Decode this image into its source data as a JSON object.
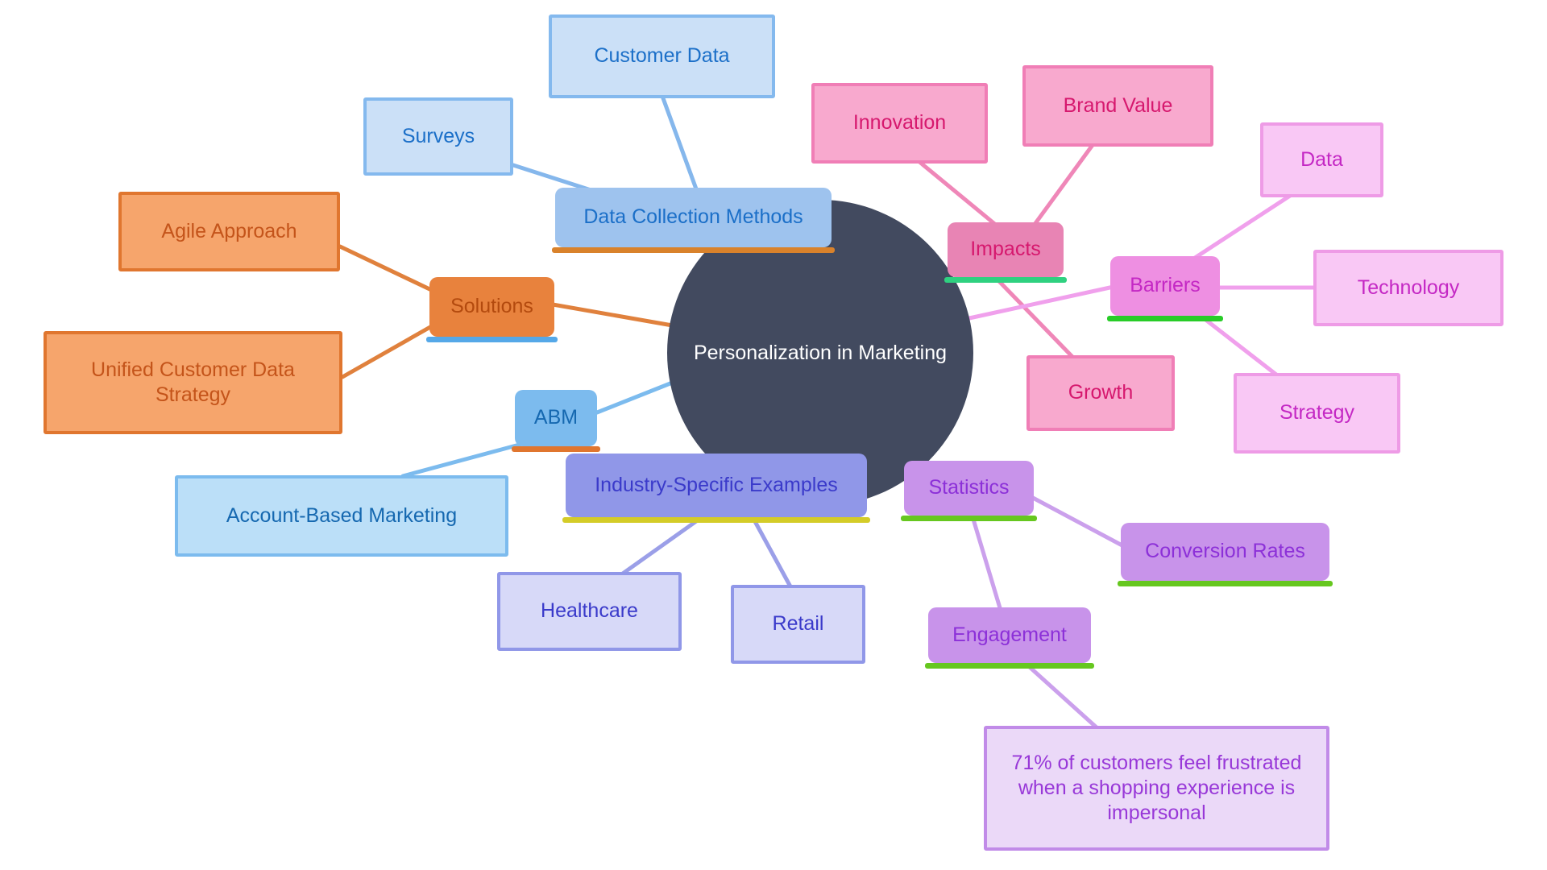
{
  "diagram": {
    "type": "mind-map",
    "center": {
      "label": "Personalization in Marketing",
      "fill": "#424A5F",
      "text_color": "#FFFFFF"
    },
    "branches": [
      {
        "name": "data-collection",
        "line_color": "#85B7EC",
        "node": {
          "label": "Data Collection Methods",
          "fill": "#9EC3EE",
          "text_color": "#1B6FC8",
          "underline_color": "#D9822B"
        },
        "leaf_style": {
          "fill": "#CBE0F7",
          "border": "#84B9EE",
          "text_color": "#1B6FC8"
        },
        "leaves": [
          {
            "label": "Surveys"
          },
          {
            "label": "Customer Data"
          }
        ]
      },
      {
        "name": "solutions",
        "line_color": "#E0813D",
        "node": {
          "label": "Solutions",
          "fill": "#E8823D",
          "text_color": "#B34A0E",
          "underline_color": "#55A8E8"
        },
        "leaf_style": {
          "fill": "#F6A56C",
          "border": "#E0762F",
          "text_color": "#C4541A"
        },
        "leaves": [
          {
            "label": "Agile Approach"
          },
          {
            "label": "Unified Customer Data Strategy"
          }
        ]
      },
      {
        "name": "abm",
        "line_color": "#7CBBEE",
        "node": {
          "label": "ABM",
          "fill": "#7CBBEE",
          "text_color": "#1568B0",
          "underline_color": "#E0762F"
        },
        "leaf_style": {
          "fill": "#BBDFF8",
          "border": "#7CBBEE",
          "text_color": "#1568B0"
        },
        "leaves": [
          {
            "label": "Account-Based Marketing"
          }
        ]
      },
      {
        "name": "industry-specific-examples",
        "line_color": "#9B9FE8",
        "node": {
          "label": "Industry-Specific Examples",
          "fill": "#9097E8",
          "text_color": "#3A3ACA",
          "underline_color": "#D4CC28"
        },
        "leaf_style": {
          "fill": "#D7D9F8",
          "border": "#9097E8",
          "text_color": "#3A3ACA"
        },
        "leaves": [
          {
            "label": "Healthcare"
          },
          {
            "label": "Retail"
          }
        ]
      },
      {
        "name": "impacts",
        "line_color": "#EF87B8",
        "node": {
          "label": "Impacts",
          "fill": "#E884B4",
          "text_color": "#D6186E",
          "underline_color": "#2FD180"
        },
        "leaf_style": {
          "fill": "#F8A9CE",
          "border": "#F07EB6",
          "text_color": "#D6186E"
        },
        "leaves": [
          {
            "label": "Innovation"
          },
          {
            "label": "Brand Value"
          },
          {
            "label": "Growth"
          }
        ]
      },
      {
        "name": "barriers",
        "line_color": "#F0A0EC",
        "node": {
          "label": "Barriers",
          "fill": "#EE8FE2",
          "text_color": "#C428C4",
          "underline_color": "#28CC28"
        },
        "leaf_style": {
          "fill": "#F9C8F5",
          "border": "#EE9BE6",
          "text_color": "#C428C4"
        },
        "leaves": [
          {
            "label": "Data"
          },
          {
            "label": "Technology"
          },
          {
            "label": "Strategy"
          }
        ]
      },
      {
        "name": "statistics",
        "line_color": "#CBA0EC",
        "node": {
          "label": "Statistics",
          "fill": "#C893EA",
          "text_color": "#8C30D8",
          "underline_color": "#66C71F"
        },
        "subnodes": [
          {
            "label": "Conversion Rates"
          },
          {
            "label": "Engagement"
          }
        ],
        "leaf_style": {
          "fill": "#EBD9F8",
          "border": "#C18BE8",
          "text_color": "#9838D8"
        },
        "leaves": [
          {
            "label": "71% of customers feel frustrated when a shopping experience is impersonal"
          }
        ]
      }
    ]
  }
}
